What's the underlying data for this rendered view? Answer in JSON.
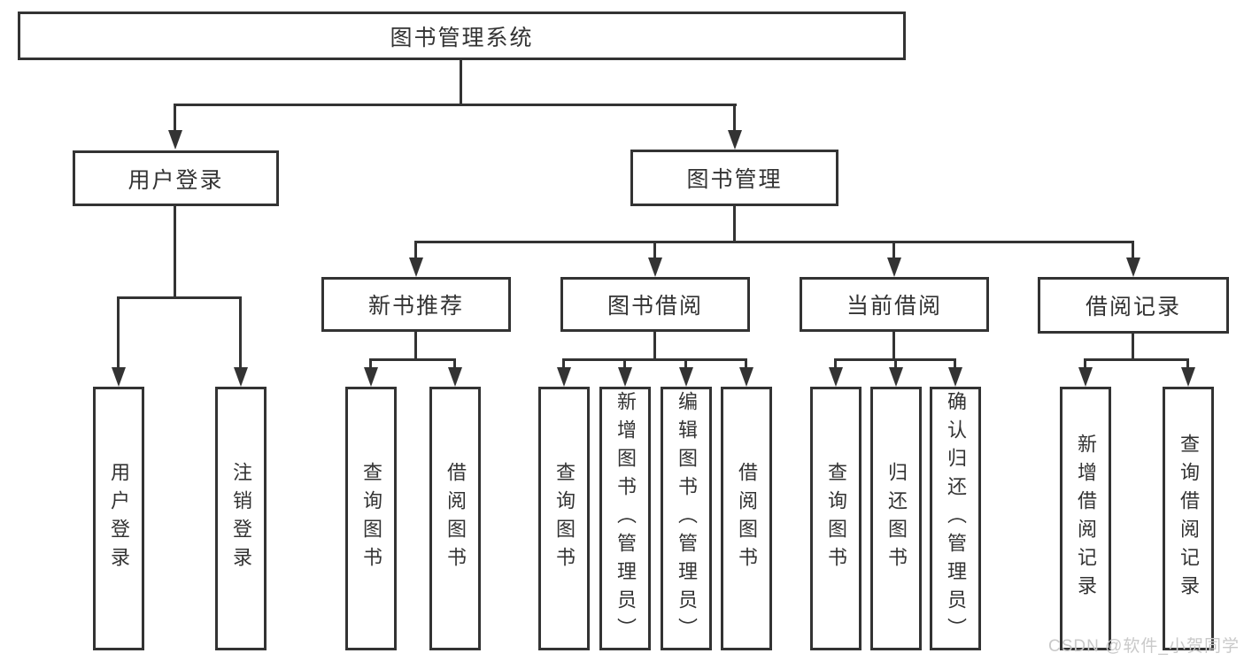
{
  "diagram": {
    "title": "图书管理系统",
    "nodes": {
      "root": "图书管理系统",
      "l2": [
        "用户登录",
        "图书管理"
      ],
      "l3": [
        "新书推荐",
        "图书借阅",
        "当前借阅",
        "借阅记录"
      ],
      "leaves_login": [
        "用户登录",
        "注销登录"
      ],
      "leaves_newbook": [
        "查询图书",
        "借阅图书"
      ],
      "leaves_borrow": [
        "查询图书",
        "新增图书（管理员）",
        "编辑图书（管理员）",
        "借阅图书"
      ],
      "leaves_current": [
        "查询图书",
        "归还图书",
        "确认归还（管理员）"
      ],
      "leaves_record": [
        "新增借阅记录",
        "查询借阅记录"
      ]
    }
  },
  "watermark": {
    "text": "CSDN @软件_小贺同学"
  },
  "colors": {
    "line": "#333333",
    "text": "#333333",
    "watermark": "#c9c9c9",
    "background": "#ffffff"
  }
}
